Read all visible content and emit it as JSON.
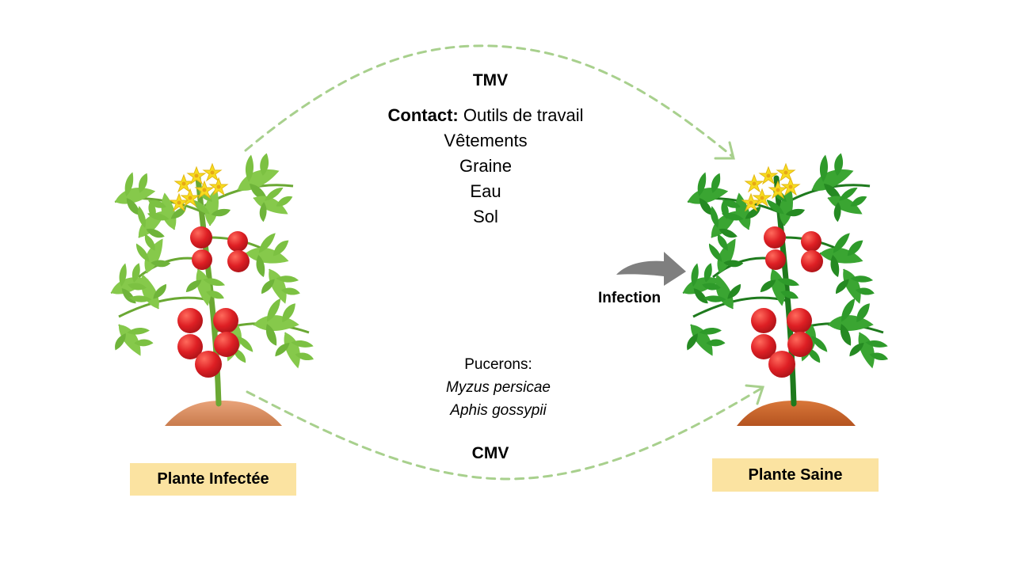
{
  "tmv": {
    "title": "TMV",
    "contact_label": "Contact:",
    "contact_first": "Outils de travail",
    "items": [
      "Vêtements",
      "Graine",
      "Eau",
      "Sol"
    ]
  },
  "cmv": {
    "title": "CMV",
    "vector_label": "Pucerons:",
    "species": [
      "Myzus persicae",
      "Aphis gossypii"
    ]
  },
  "infection_label": "Infection",
  "labels": {
    "infected": "Plante Infectée",
    "healthy": "Plante Saine"
  },
  "colors": {
    "arrow_dashed": "#a8d08d",
    "label_bg": "#fbe3a1",
    "infection_arrow": "#7f7f7f",
    "infected_leaf": "#7cc142",
    "healthy_leaf": "#2e9a2a",
    "tomato": "#d91f26",
    "flower": "#f5d91c",
    "soil": "#d4885a"
  },
  "icons": [
    "dashed-curved-arrow-icon",
    "curved-arrow-icon",
    "tomato-plant-icon"
  ]
}
